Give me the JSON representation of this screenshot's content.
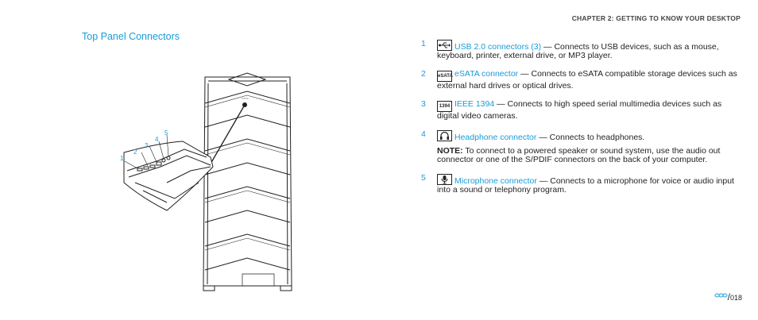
{
  "header": {
    "chapter": "CHAPTER 2: GETTING TO KNOW  YOUR DESKTOP"
  },
  "section": {
    "title": "Top Panel Connectors"
  },
  "illustration": {
    "callouts": [
      "1",
      "2",
      "3",
      "4",
      "5"
    ]
  },
  "items": [
    {
      "num": "1",
      "icon": "usb-icon",
      "term": "USB 2.0 connectors (3)",
      "desc": " — Connects to USB devices, such as a mouse, keyboard, printer, external drive, or MP3 player."
    },
    {
      "num": "2",
      "icon": "esata-icon",
      "icon_text": "eSATA",
      "term": "eSATA connector",
      "desc": " — Connects to eSATA compatible storage devices such as external hard drives or optical drives."
    },
    {
      "num": "3",
      "icon": "ieee1394-icon",
      "icon_text": "1394",
      "term": "IEEE 1394",
      "desc": " — Connects to high speed serial multimedia devices such as digital video cameras."
    },
    {
      "num": "4",
      "icon": "headphone-icon",
      "term": "Headphone connector",
      "desc": " — Connects to headphones.",
      "note_label": "NOTE:",
      "note_text": " To connect to a powered speaker or sound system, use the audio out connector or one of the S/PDIF connectors on the back of your computer."
    },
    {
      "num": "5",
      "icon": "microphone-icon",
      "term": "Microphone connector",
      "desc": " — Connects to a microphone for voice or audio input into a sound or telephony program."
    }
  ],
  "footer": {
    "page": "018",
    "slash": "/"
  },
  "colors": {
    "accent": "#1a9bd7",
    "text": "#231f20"
  }
}
